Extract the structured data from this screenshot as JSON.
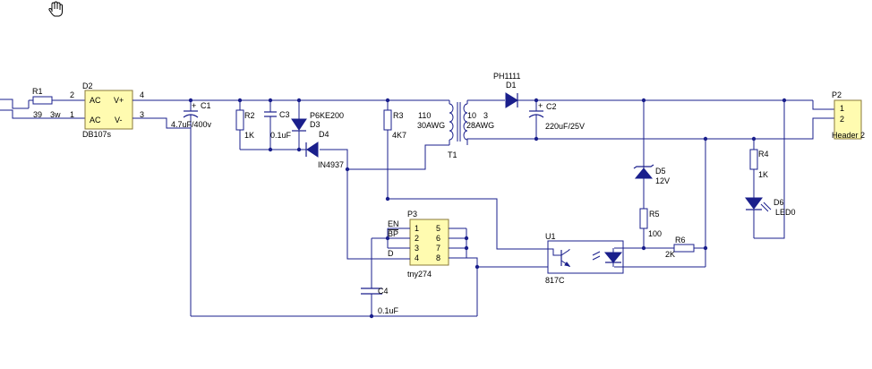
{
  "components": {
    "R1": {
      "ref": "R1",
      "value": "39",
      "power": "3w"
    },
    "D2": {
      "ref": "D2",
      "part": "DB107s",
      "ac1": "AC",
      "ac2": "AC",
      "vplus": "V+",
      "vminus": "V-",
      "pin1": "1",
      "pin2": "2",
      "pin3": "3",
      "pin4": "4"
    },
    "C1": {
      "ref": "C1",
      "value": "4.7uF/400v",
      "polarity": "+"
    },
    "R2": {
      "ref": "R2",
      "value": "1K"
    },
    "C3": {
      "ref": "C3",
      "value": "0.1uF"
    },
    "D3": {
      "ref": "D3",
      "part": "P6KE200"
    },
    "D4": {
      "ref": "D4",
      "part": "IN4937"
    },
    "R3": {
      "ref": "R3",
      "value": "4K7"
    },
    "T1": {
      "ref": "T1",
      "primary_turns": "110",
      "primary_wire": "30AWG",
      "secondary_turns": "10",
      "secondary_wire": "28AWG",
      "aux": "3"
    },
    "D1": {
      "ref": "D1",
      "part": "PH1111"
    },
    "C2": {
      "ref": "C2",
      "value": "220uF/25V",
      "polarity": "+"
    },
    "D5": {
      "ref": "D5",
      "value": "12V"
    },
    "R5": {
      "ref": "R5",
      "value": "100"
    },
    "R6": {
      "ref": "R6",
      "value": "2K"
    },
    "U1": {
      "ref": "U1",
      "part": "817C"
    },
    "R4": {
      "ref": "R4",
      "value": "1K"
    },
    "D6": {
      "ref": "D6",
      "part": "LED0"
    },
    "P2": {
      "ref": "P2",
      "part": "Header 2",
      "pin1": "1",
      "pin2": "2"
    },
    "P3": {
      "ref": "P3",
      "part": "tny274",
      "en": "EN",
      "bp": "BP",
      "d": "D",
      "pins_left": [
        "1",
        "2",
        "3",
        "4"
      ],
      "pins_right": [
        "5",
        "6",
        "7",
        "8"
      ]
    },
    "C4": {
      "ref": "C4",
      "value": "0.1uF"
    }
  },
  "colors": {
    "wire": "#1a1f8c",
    "component_fill": "#fffbb0",
    "component_border": "#8a7a3a"
  },
  "icons": {
    "cursor": "hand-cursor-icon"
  }
}
